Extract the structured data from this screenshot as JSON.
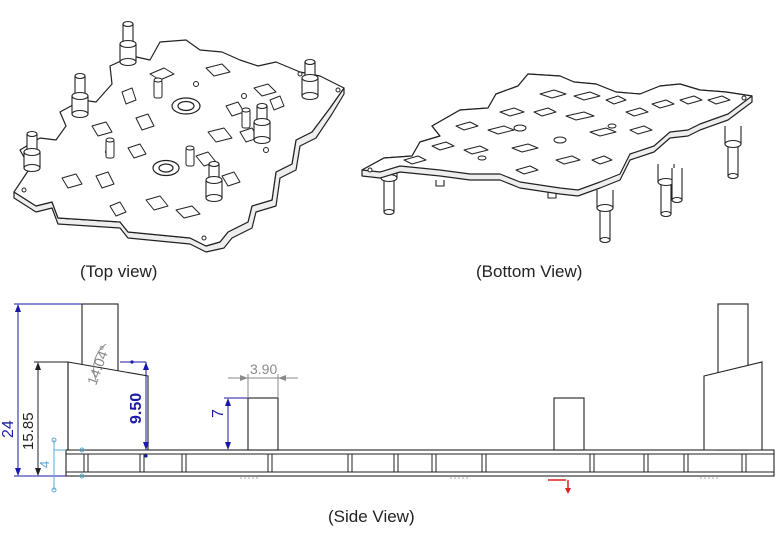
{
  "captions": {
    "top": "(Top view)",
    "bottom": "(Bottom View)",
    "side": "(Side View)"
  },
  "dimensions": {
    "overall_height": "24",
    "post_height": "15.85",
    "plate_thickness": "4",
    "block_height": "9.50",
    "angle": "14.04°",
    "standoff_height": "7",
    "standoff_width": "3.90"
  },
  "colors": {
    "dimension_blue": "#1a1aa6",
    "dimension_gray": "#8a8a8a",
    "dimension_light_blue": "#5aa9d6",
    "outline": "#222222",
    "marker_red": "#e02020"
  }
}
